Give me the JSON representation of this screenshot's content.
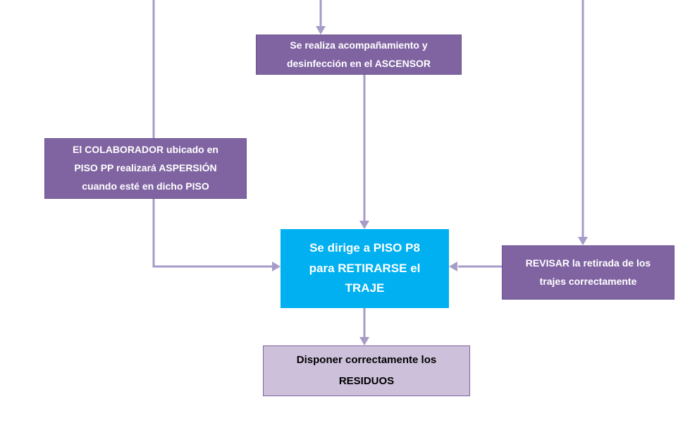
{
  "colors": {
    "purple-box": "#8064A2",
    "purple-border": "#6A5190",
    "cyan-box": "#00B0F0",
    "light-box": "#CCC0DA",
    "light-border": "#8064A2",
    "arrow": "#A79BC8"
  },
  "flowchart": {
    "nodes": {
      "ascensor": {
        "text": "Se realiza acompañamiento y desinfección en el ASCENSOR"
      },
      "colaborador": {
        "text": "El COLABORADOR ubicado en PISO PP realizará ASPERSIÓN cuando esté en dicho PISO"
      },
      "piso_p8": {
        "text": "Se dirige a PISO P8 para RETIRARSE el TRAJE"
      },
      "revisar": {
        "text": "REVISAR la retirada de los trajes correctamente"
      },
      "residuos": {
        "text": "Disponer correctamente los RESIDUOS"
      }
    },
    "connections": [
      {
        "from": "offscreen-top-left",
        "to": "colaborador"
      },
      {
        "from": "offscreen-top-center",
        "to": "ascensor"
      },
      {
        "from": "offscreen-top-right",
        "to": "revisar"
      },
      {
        "from": "ascensor",
        "to": "piso_p8"
      },
      {
        "from": "colaborador",
        "to": "piso_p8"
      },
      {
        "from": "revisar",
        "to": "piso_p8"
      },
      {
        "from": "piso_p8",
        "to": "residuos"
      }
    ]
  }
}
